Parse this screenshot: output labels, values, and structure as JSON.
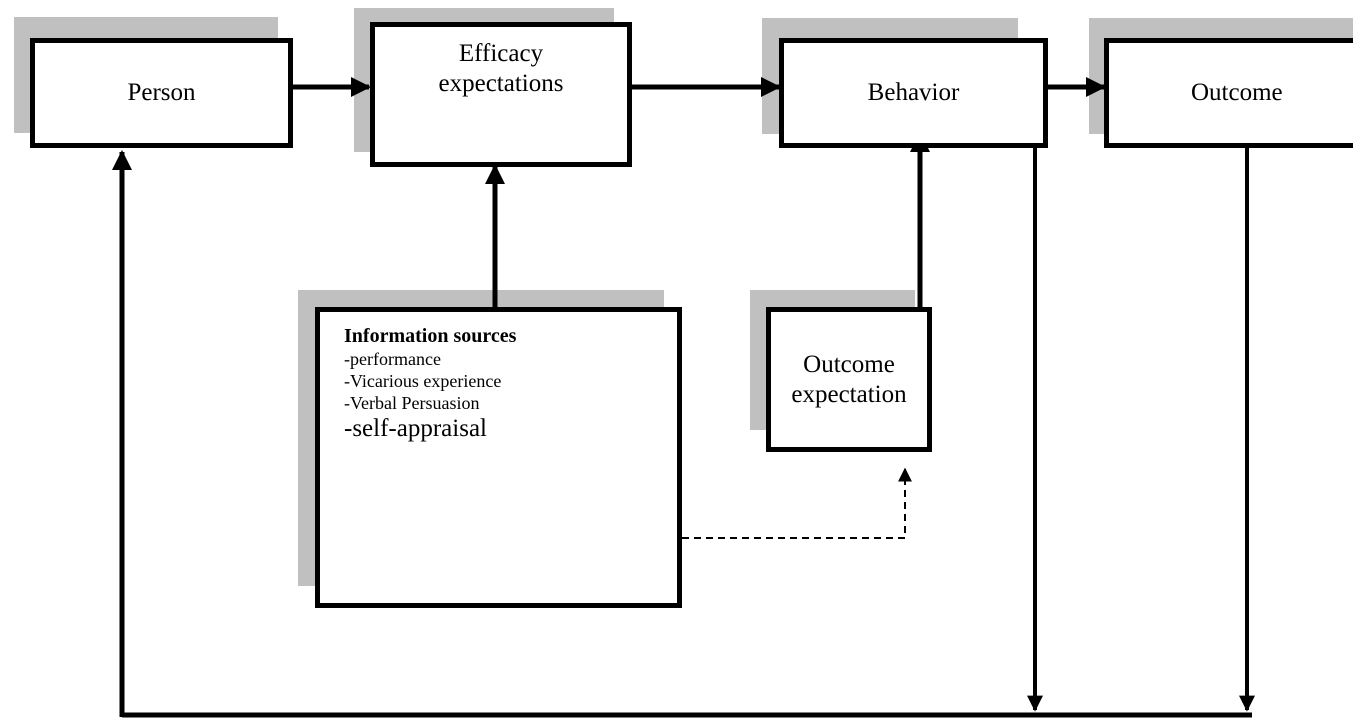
{
  "diagram": {
    "nodes": {
      "person": "Person",
      "efficacy": "Efficacy expectations",
      "behavior": "Behavior",
      "outcome": "Outcome",
      "outcome_expectation": "Outcome expectation",
      "information_sources": {
        "heading": "Information sources",
        "items": [
          "-performance",
          "-Vicarious experience",
          "-Verbal Persuasion",
          "-self-appraisal"
        ]
      }
    },
    "edges": [
      {
        "from": "Person",
        "to": "Efficacy expectations",
        "style": "solid"
      },
      {
        "from": "Efficacy expectations",
        "to": "Behavior",
        "style": "solid"
      },
      {
        "from": "Behavior",
        "to": "Outcome",
        "style": "solid"
      },
      {
        "from": "Information sources",
        "to": "Efficacy expectations",
        "style": "solid"
      },
      {
        "from": "Outcome expectation",
        "to": "Behavior",
        "style": "solid"
      },
      {
        "from": "Information sources",
        "to": "Outcome expectation",
        "style": "dashed"
      },
      {
        "from": "Behavior",
        "to": "Person",
        "style": "solid",
        "via": "feedback loop"
      },
      {
        "from": "Outcome",
        "to": "Person",
        "style": "solid",
        "via": "feedback loop"
      }
    ],
    "colors": {
      "line": "#000000",
      "shadow": "#c0c0c0",
      "box_fill": "#ffffff"
    }
  }
}
